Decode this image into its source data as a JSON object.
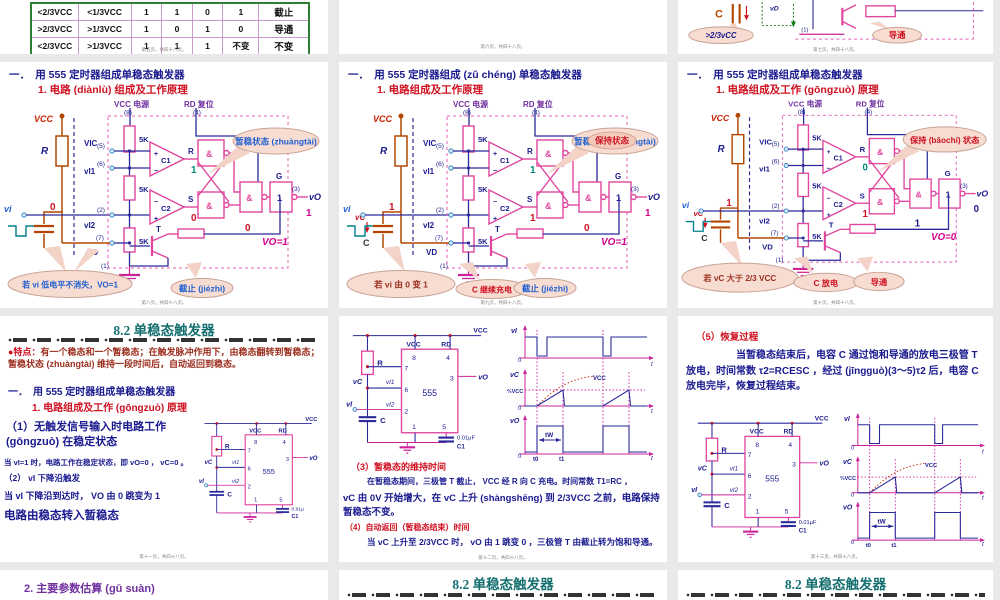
{
  "colors": {
    "accent_pink": "#e0469e",
    "navy": "#1a1a8f",
    "red": "#cf1020",
    "teal_title": "#166f6f",
    "purple": "#7030a0",
    "magenta": "#d4008c",
    "orange": "#b34700"
  },
  "slides": {
    "table": {
      "caption": "第五页，共四十八页。",
      "rows": [
        [
          "<2/3VCC",
          "<1/3VCC",
          "1",
          "1",
          "0",
          "1",
          "截止"
        ],
        [
          ">2/3VCC",
          ">1/3VCC",
          "1",
          "0",
          "1",
          "0",
          "导通"
        ],
        [
          "<2/3VCC",
          ">1/3VCC",
          "1",
          "1",
          "1",
          "不变",
          "不变"
        ]
      ]
    },
    "blank": {
      "caption": "第六页，共四十八页。"
    },
    "frag": {
      "caption": "第七页，共四十八页。",
      "c": "C",
      "vd": "vD",
      "p1": "(1)",
      "callout_left": ">2/3vCC",
      "callout_right": "导通"
    },
    "intro": {
      "title": "8.2 单稳态触发器",
      "feature_label": "●特点：",
      "feature_text": "有一个稳态和一个暂稳态；在触发脉冲作用下，由稳态翻转到暂稳态；暂稳状态 (zhuàngtài) 维持一段时间后，自动返回到稳态。",
      "sec": "一．　用 555 定时器组成单稳态触发器",
      "sec_sub": "1. 电路组成及工作 (gōngzuò) 原理",
      "p1_title": "（1）无触发信号输入时电路工作 (gōngzuò) 在稳定状态",
      "p1_line": "当 vI=1 时，电路工作在稳定状态，即 vO=0 ，  vC=0 。",
      "p2_title": "（2）  vI 下降沿触发",
      "p2_line": "当 vI 下降沿到达时， VO 由 0 跳变为 1",
      "p3": "电路由稳态转入暂稳态",
      "caption": "第十一页，共四十八页。"
    },
    "maintain": {
      "s3_title": "（3）暂稳态的维持时间",
      "s3_l1": "在暂稳态期间，三极管 T 截止， VCC 经 R 向 C 充电。时间常数 T1=RC ，",
      "s3_l2": "vC 由 0V 开始增大，在 vC 上升 (shàngshēng) 到 2/3VCC 之前，电路保持暂稳态不变。",
      "s4_title": "（4）自动返回（暂稳态结束）时间",
      "s4_l1": "当 vC 上升至 2/3VCC 时， vO 由 1 跳变 0 ，三极管 T 由截止转为饱和导通。",
      "caption": "第十二页，共四十八页。"
    },
    "recover": {
      "s5_title": "（5）恢复过程",
      "body": "当暂稳态结束后，电容 C 通过饱和导通的放电三极管 T 放电，时间常数 τ2=RCESC ，经过 (jīngguò)(3～5)τ2 后，电容 C 放电完毕，恢复过程结束。",
      "caption": "第十三页，共四十八页。"
    },
    "next": {
      "param": "2. 主要参数估算 (gū suàn)",
      "title": "8.2 单稳态触发器"
    }
  },
  "mono": [
    {
      "title": "一．　用 555 定时器组成单稳态触发器",
      "subtitle": "1. 电路 (diànlù) 组成及工作原理",
      "caption": "第八页，共四十八页。",
      "vi_val": "0",
      "r_val": "1",
      "s_val": "0",
      "gate_val": "0",
      "vo_val": "1",
      "vo_eq": "VO=1",
      "state_blue": "暂稳状态 (zhuàngtài)",
      "state_red": "",
      "callout_bl": "若 vi 低电平不消失，VO=1",
      "callout_cap": "",
      "callout_t": "截止 (jiézhì)"
    },
    {
      "title": "一．　用 555 定时器组成 (zǔ chéng) 单稳态触发器",
      "subtitle": "1. 电路组成及工作原理",
      "caption": "第九页，共四十八页。",
      "vi_val": "1",
      "r_val": "1",
      "s_val": "1",
      "gate_val": "0",
      "vo_val": "1",
      "vo_eq": "VO=1",
      "state_blue": "暂稳状态 (zhuàngtài)",
      "state_red": "保持状态",
      "callout_bl": "若 vi 由 0 变 1",
      "callout_cap": "C 继续充电",
      "callout_t": "截止 (jiézhì)"
    },
    {
      "title": "一．　用 555 定时器组成单稳态触发器",
      "subtitle": "1. 电路组成及工作 (gōngzuò) 原理",
      "caption": "第十页，共四十八页。",
      "vi_val": "1",
      "r_val": "0",
      "s_val": "1",
      "gate_val": "1",
      "vo_val": "0",
      "vo_eq": "VO=0",
      "state_blue": "",
      "state_red": "保持 (bǎochí) 状态",
      "callout_bl": "若 vC 大于 2/3 VCC",
      "callout_cap": "C 放电",
      "callout_t": "导通"
    }
  ],
  "ckt": {
    "vcc": "VCC",
    "r": "R",
    "vi": "vi",
    "vc": "vC",
    "c": "C",
    "pwr": "VCC 电源",
    "p8": "(8)",
    "rd": "RD 复位",
    "p4": "(4)",
    "k5": "5K",
    "vic": "VIC",
    "p5": "(5)",
    "vi1": "vI1",
    "p6": "(6)",
    "vi2": "vI2",
    "p2": "(2)",
    "c1": "C1",
    "c2": "C2",
    "plus": "+",
    "minus": "−",
    "rin": "R",
    "sin": "S",
    "nand": "&",
    "g": "G",
    "gone": "1",
    "p3": "(3)",
    "vo": "vO",
    "p7": "(7)",
    "vd": "VD",
    "t": "T",
    "p1": "(1)"
  },
  "chip": {
    "rail": "VCC",
    "r": "R",
    "vcc": "VCC",
    "rd": "RD",
    "n8": "8",
    "n4": "4",
    "n7": "7",
    "n6": "6",
    "n2": "2",
    "n3": "3",
    "n1": "1",
    "n5": "5",
    "name": "555",
    "vi1": "vI1",
    "vi2": "vI2",
    "vc": "vC",
    "vi": "vI",
    "vo": "vO",
    "c": "C",
    "c1": "C1",
    "cap": "0.01μF",
    "cap_g": "0.01μ"
  },
  "wave": {
    "vi": "vI",
    "vc": "vC",
    "vo": "vO",
    "zero": "0",
    "t": "t",
    "tw": "tW",
    "t0": "t0",
    "t1": "t1",
    "frac": "⅔VCC",
    "vcc": "VCC"
  }
}
